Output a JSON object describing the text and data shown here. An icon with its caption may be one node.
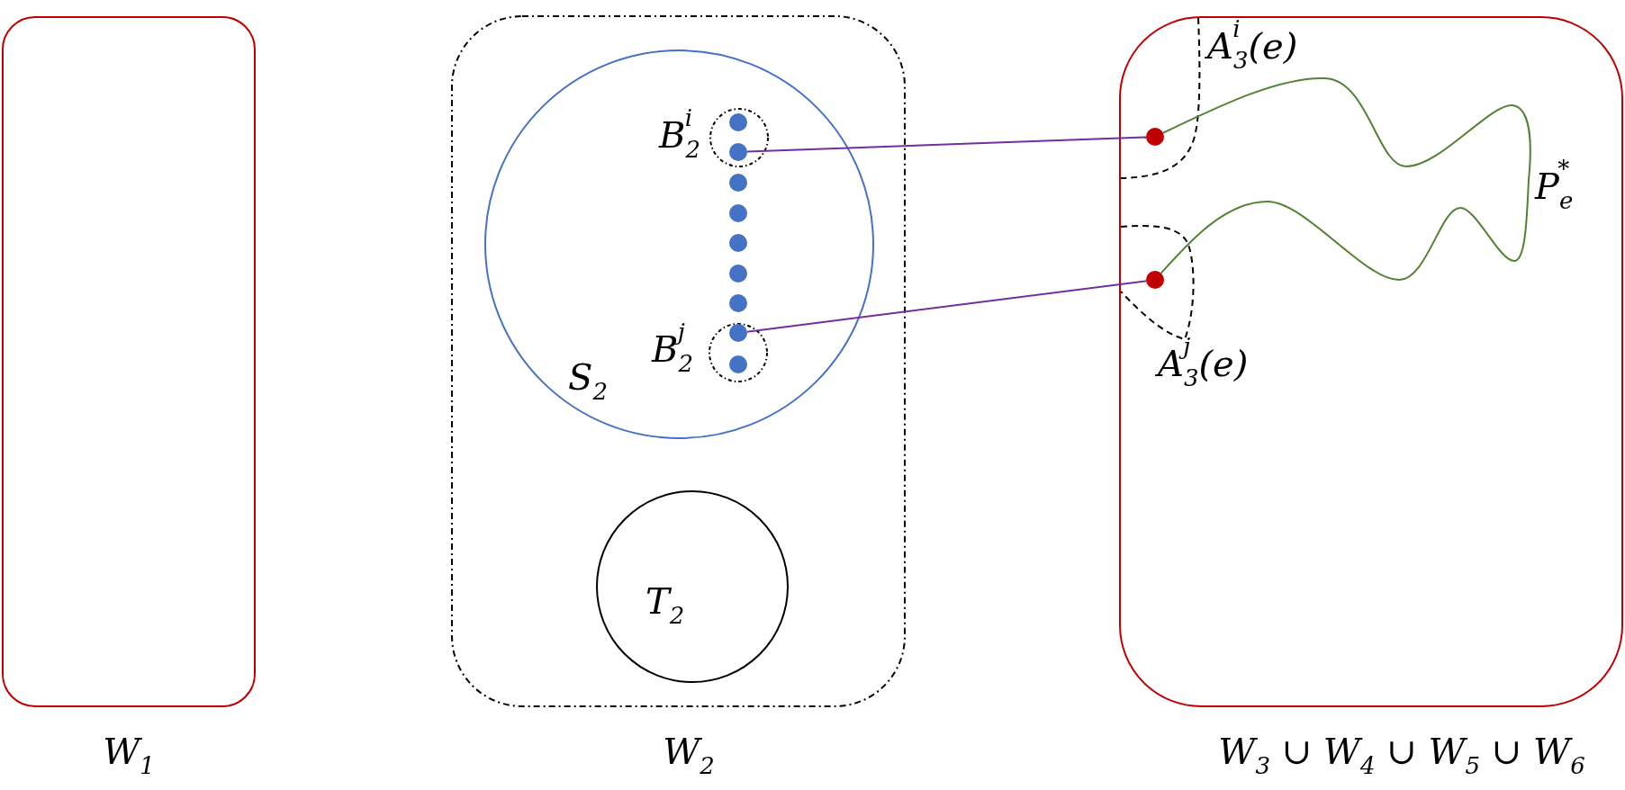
{
  "diagram": {
    "nodes": [
      {
        "text": [
          "W$_{1}$"
        ]
      },
      {
        "text": [
          "W$_{2}$"
        ]
      },
      {
        "text": [
          "S$_{2}$"
        ],
        "in": 1
      },
      {
        "text": [
          "B$_{2}$$^{i}$"
        ],
        "in": 2
      },
      {
        "text": [],
        "shape": "circle",
        "in": 3
      },
      {
        "text": [],
        "shape": "circle",
        "in": 3
      },
      {
        "text": [],
        "shape": "circle",
        "in": 2
      },
      {
        "text": [],
        "shape": "circle",
        "in": 2
      },
      {
        "text": [],
        "shape": "circle",
        "in": 2
      },
      {
        "text": [],
        "shape": "circle",
        "in": 2
      },
      {
        "text": [],
        "shape": "circle",
        "in": 2
      },
      {
        "text": [
          "B$_{2}$$^{j}$"
        ],
        "in": 2
      },
      {
        "text": [],
        "shape": "circle",
        "in": 11
      },
      {
        "text": [],
        "shape": "circle",
        "in": 11
      },
      {
        "text": [
          "T$_{2}$"
        ],
        "in": 1
      },
      {
        "text": [
          "W$_{3}$ ∪ W$_{4}$ ∪ W$_{5}$ ∪ W$_{6}$"
        ]
      },
      {
        "text": [
          "A$_{3}$$^{i}$(e)"
        ],
        "in": 15
      },
      {
        "text": [],
        "shape": "circle",
        "in": 16
      },
      {
        "text": [
          "A$_{3}$$^{j}$(e)"
        ],
        "in": 15
      },
      {
        "text": [],
        "shape": "circle",
        "in": 18
      }
    ],
    "edges": [
      {
        "from": 5,
        "to": 17,
        "arrow": "none"
      },
      {
        "from": 12,
        "to": 19,
        "arrow": "none"
      },
      {
        "from": 17,
        "to": 19,
        "arrow": "none",
        "label": "P$_{e}$$^{*}$",
        "color": "#548235"
      }
    ]
  }
}
